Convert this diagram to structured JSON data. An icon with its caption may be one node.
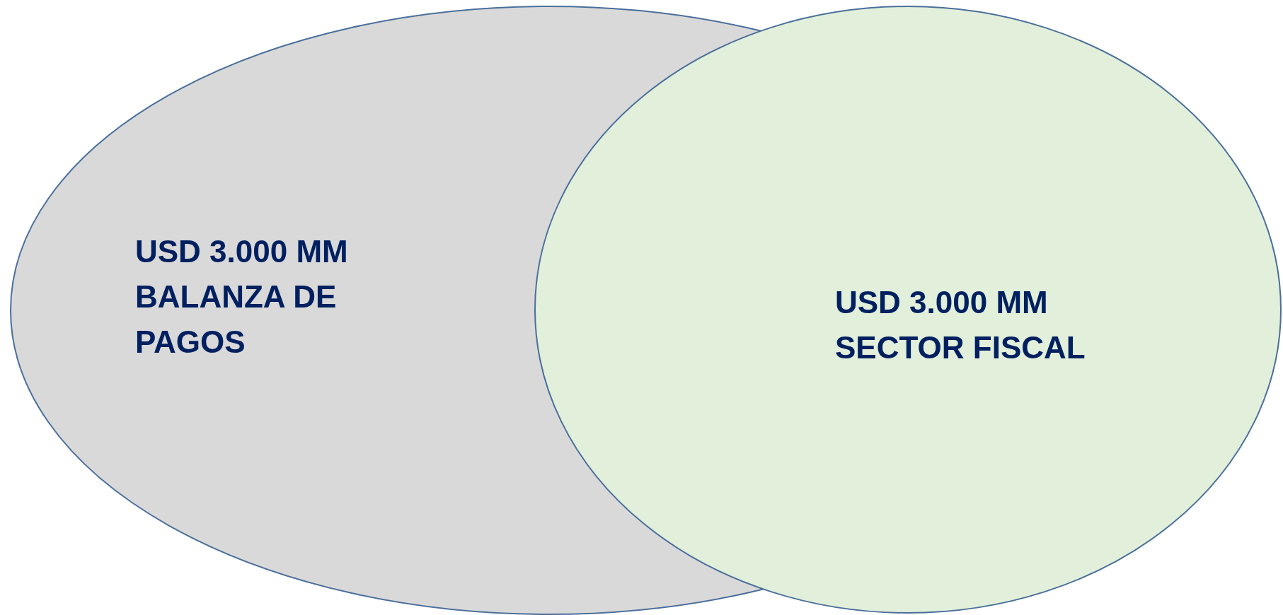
{
  "diagram": {
    "nodes": [
      {
        "text": [
          "USD 3.000 MM",
          "BALANZA DE PAGOS"
        ]
      },
      {
        "text": [
          "USD 3.000 MM",
          "SECTOR FISCAL"
        ]
      }
    ]
  }
}
